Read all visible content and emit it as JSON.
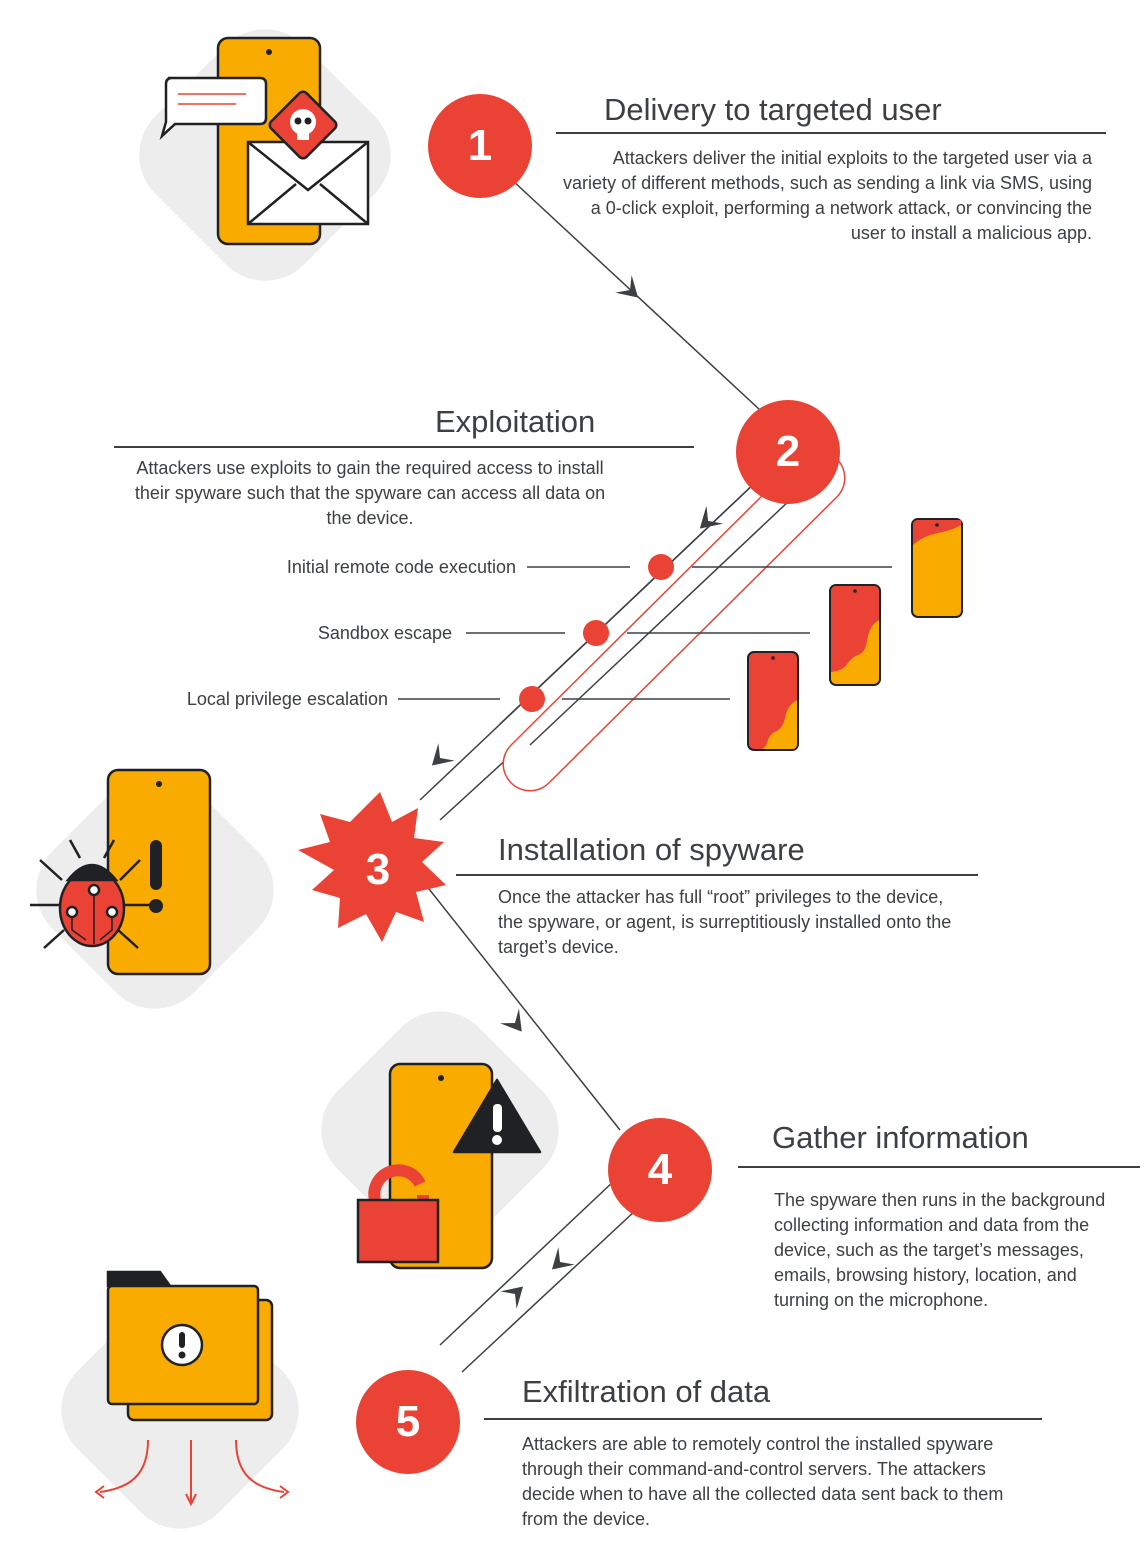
{
  "steps": [
    {
      "number": "1",
      "title": "Delivery to targeted user",
      "description": "Attackers deliver the initial exploits to the targeted user via a variety of different methods, such as sending a link via SMS, using a 0-click exploit, performing a network attack, or convincing the user to install a malicious app."
    },
    {
      "number": "2",
      "title": "Exploitation",
      "description": "Attackers use exploits to gain the required access to install their spyware such that the spyware can access all data on the device.",
      "substeps": [
        "Initial remote code execution",
        "Sandbox escape",
        "Local privilege escalation"
      ]
    },
    {
      "number": "3",
      "title": "Installation of spyware",
      "description": "Once the attacker has full “root” privileges to the device, the spyware, or agent, is surreptitiously installed onto the target’s device."
    },
    {
      "number": "4",
      "title": "Gather information",
      "description": "The spyware then runs in the background collecting information and data from the device, such as the target’s messages, emails, browsing history, location, and turning on the microphone."
    },
    {
      "number": "5",
      "title": "Exfiltration of data",
      "description": "Attackers are able to remotely control the installed spyware through their command-and-control servers. The attackers decide when to have all the collected data sent back to them from the device."
    }
  ],
  "colors": {
    "accent_red": "#ea4335",
    "phone_yellow": "#f9ab00",
    "outline": "#202124",
    "line": "#3c4043",
    "backdrop": "#ededed"
  },
  "icons": [
    "phone-mail-icon",
    "skull-icon",
    "chat-bubble-icon",
    "bug-icon",
    "warning-icon",
    "padlock-icon",
    "folder-icon",
    "exploit-phone-icon"
  ]
}
